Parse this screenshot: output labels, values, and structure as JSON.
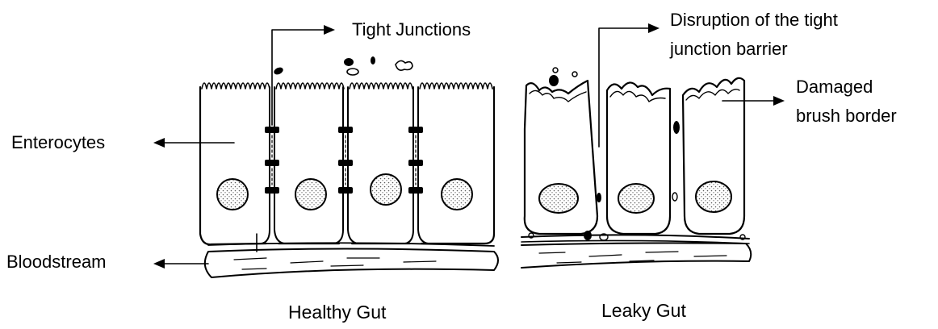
{
  "labels": {
    "tight_junctions": "Tight Junctions",
    "disruption_line1": "Disruption of the tight",
    "disruption_line2": "junction barrier",
    "damaged_line1": "Damaged",
    "damaged_line2": "brush border",
    "enterocytes": "Enterocytes",
    "bloodstream": "Bloodstream"
  },
  "captions": {
    "healthy": "Healthy Gut",
    "leaky": "Leaky Gut"
  },
  "icons": {
    "arrow": "arrow-icon",
    "nucleus": "nucleus-icon",
    "tight_junction": "tight-junction-icon"
  }
}
